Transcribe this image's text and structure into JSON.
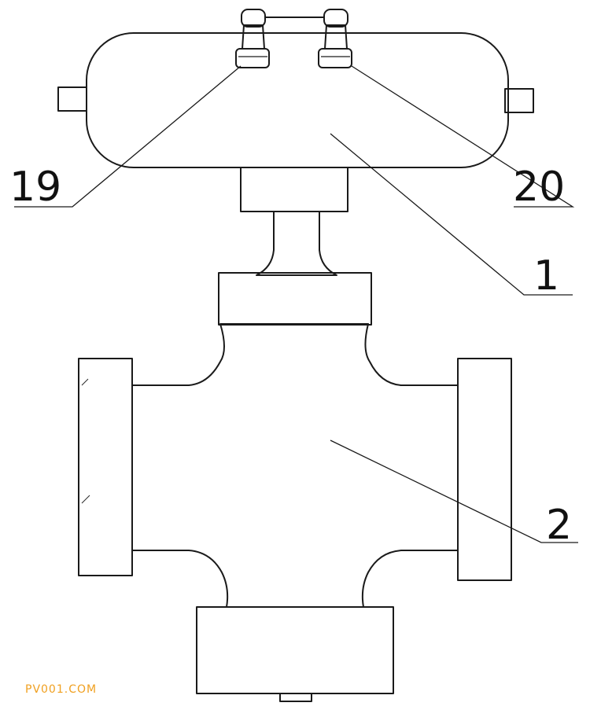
{
  "labels": {
    "part_19": "19",
    "part_20": "20",
    "part_1": "1",
    "part_2": "2"
  },
  "watermark": "PV001.COM",
  "colors": {
    "line": "#1a1a1a",
    "watermark": "#f0a020",
    "background": "#ffffff"
  }
}
